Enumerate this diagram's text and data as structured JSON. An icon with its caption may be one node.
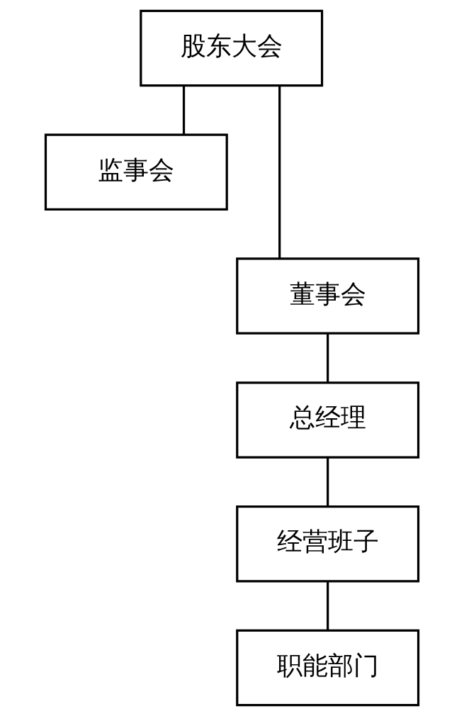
{
  "diagram": {
    "nodes": [
      {
        "text": [
          "股东大会"
        ]
      },
      {
        "text": [
          "监事会"
        ]
      },
      {
        "text": [
          "董事会"
        ]
      },
      {
        "text": [
          "总经理"
        ]
      },
      {
        "text": [
          "经营班子"
        ]
      },
      {
        "text": [
          "职能部门"
        ]
      }
    ],
    "edges": [
      {
        "from": 0,
        "to": 2,
        "arrow": "none"
      },
      {
        "from": 0,
        "to": 1,
        "arrow": "none"
      },
      {
        "from": 2,
        "to": 3,
        "arrow": "none"
      },
      {
        "from": 3,
        "to": 4,
        "arrow": "none"
      },
      {
        "from": 4,
        "to": 5,
        "arrow": "none"
      }
    ]
  }
}
